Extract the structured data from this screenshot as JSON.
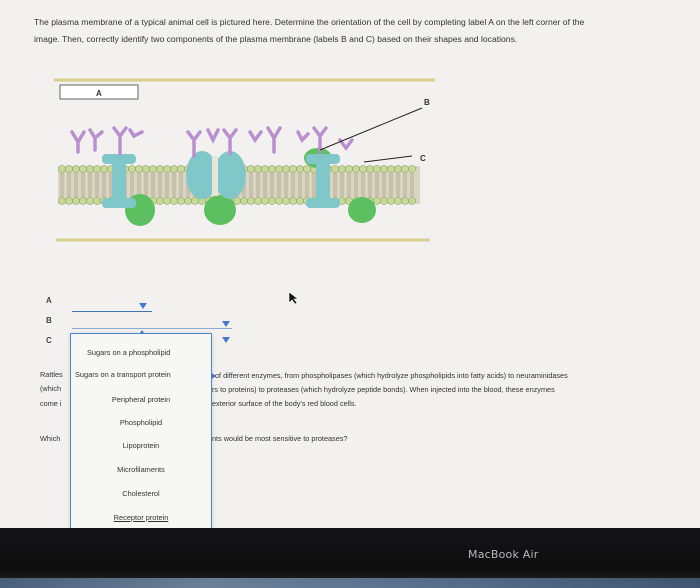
{
  "question": {
    "line1": "The plasma membrane of a typical animal cell is pictured here. Determine the orientation of the cell by completing label A on the left corner of the",
    "line2": "image. Then, correctly identify two components of the plasma membrane (labels B and C) based on their shapes and locations."
  },
  "diagram": {
    "label_a": "A",
    "label_b": "B",
    "label_c": "C"
  },
  "answer_rows": [
    {
      "label": "A"
    },
    {
      "label": "B"
    },
    {
      "label": "C"
    }
  ],
  "dropdown_menu": {
    "options": [
      "Sugars on a phospholipid",
      "Sugars on a transport protein",
      "Peripheral protein",
      "Phospholipid",
      "Lipoprotein",
      "Microfilaments",
      "Cholesterol",
      "Receptor protein"
    ]
  },
  "background_text": {
    "p1_a": "Rattles",
    "p1_b": "of different enzymes, from phospholipases (which hydrolyze phospholipids into fatty acids) to neuraminidases",
    "p2_a": "(which",
    "p2_b": "rs to proteins) to proteases (which hydrolyze peptide bonds). When injected into the blood, these enzymes",
    "p3_a": "come i",
    "p3_b": "exterior surface of the body's red blood cells.",
    "q_a": "Which",
    "q_b": "nts would be most sensitive to proteases?"
  },
  "device": {
    "brand": "MacBook Air"
  },
  "colors": {
    "accent": "#3f7ad1",
    "protein": "#7fc7c9",
    "peripheral": "#5cc060",
    "sugar": "#c39bd3",
    "headgroup": "#c6d89a"
  }
}
